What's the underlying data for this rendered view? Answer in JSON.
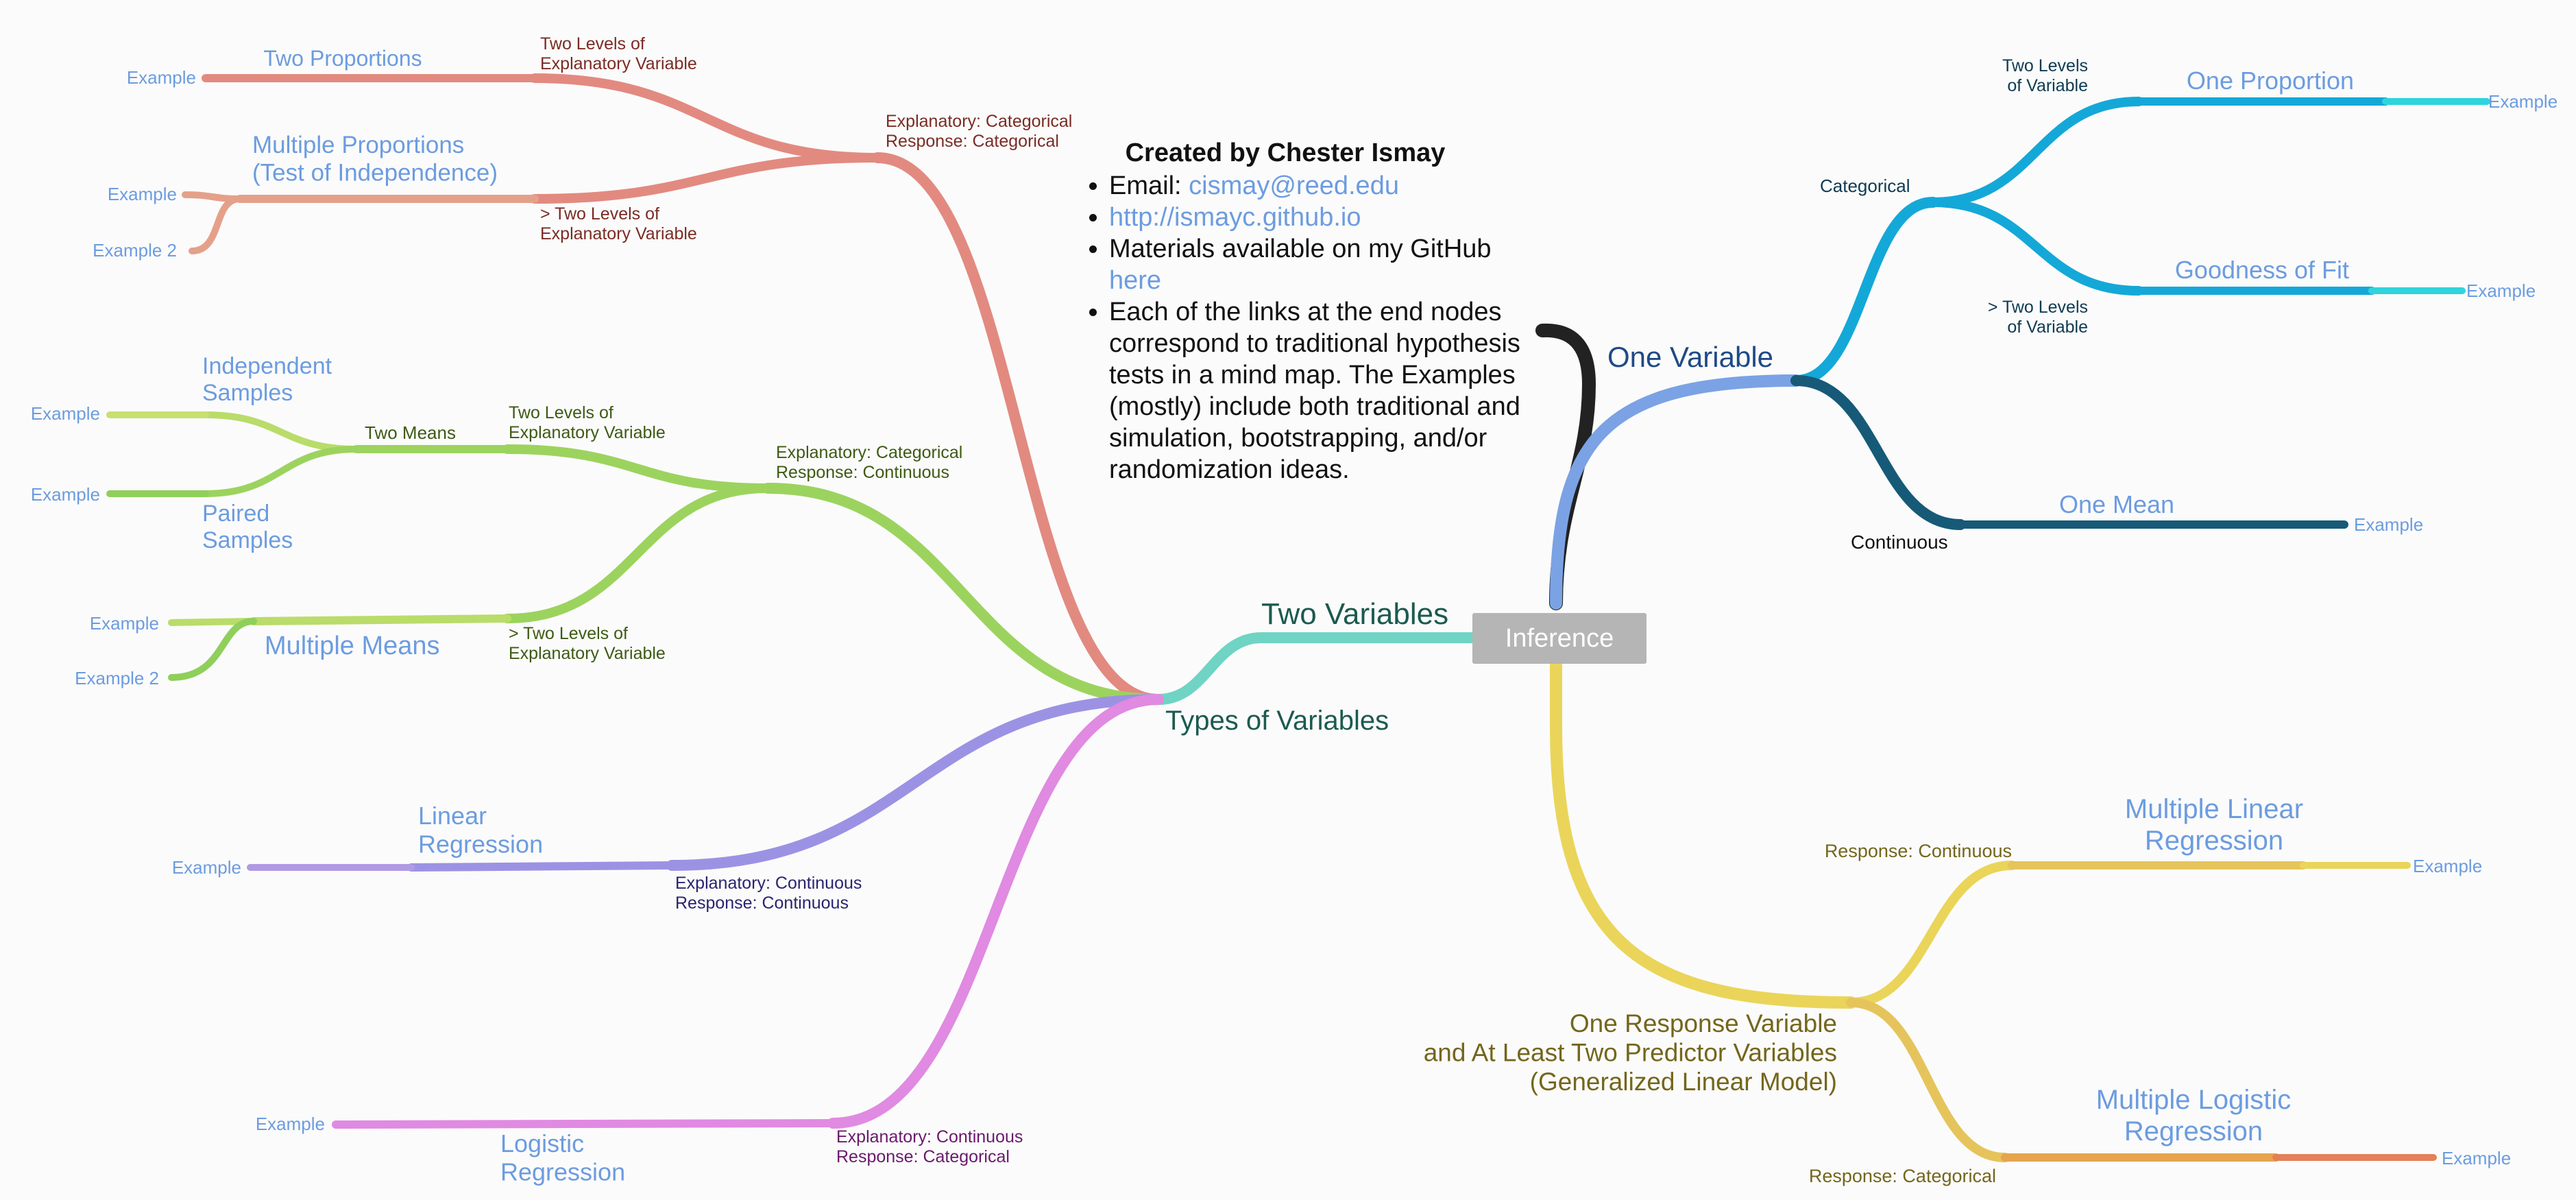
{
  "root": {
    "label": "Inference"
  },
  "info": {
    "credit": "Created by Chester Ismay",
    "email_prefix": "Email: ",
    "email": "cismay@reed.edu",
    "site": "http://ismayc.github.io",
    "materials_prefix": "Materials available on my GitHub ",
    "materials_link": "here",
    "note": "Each of the links at the end nodes correspond to traditional hypothesis tests in a mind map. The Examples (mostly) include both traditional and simulation, bootstrapping, and/or randomization ideas."
  },
  "colors": {
    "root_box": "#b5b5b5",
    "link_text": "#6c9ce0",
    "black_connector": "#222222",
    "one_variable": "#7ba2e4",
    "categorical": "#14a8d8",
    "continuous": "#165a78",
    "two_variables": "#6fd4c4",
    "cat_cat": "#e28a80",
    "cat_cont": "#9cd35e",
    "regression": "#9c92e4",
    "logistic": "#e08ae2",
    "glm": "#ead55a"
  },
  "nodes": {
    "one_variable": "One Variable",
    "categorical": "Categorical",
    "two_levels_var": "Two Levels\nof Variable",
    "gt_two_levels_var": "> Two Levels\nof Variable",
    "one_proportion": "One Proportion",
    "goodness_of_fit": "Goodness of Fit",
    "continuous": "Continuous",
    "one_mean": "One Mean",
    "two_variables": "Two Variables",
    "types_of_variables": "Types of Variables",
    "exp_cat_resp_cat": "Explanatory: Categorical\nResponse: Categorical",
    "two_levels_exp_a": "Two Levels of\nExplanatory Variable",
    "gt_two_levels_exp_a": "> Two Levels of\nExplanatory Variable",
    "two_proportions": "Two Proportions",
    "multiple_proportions": "Multiple Proportions\n(Test of Independence)",
    "exp_cat_resp_cont": "Explanatory: Categorical\nResponse: Continuous",
    "two_levels_exp_b": "Two Levels of\nExplanatory Variable",
    "gt_two_levels_exp_b": "> Two Levels of\nExplanatory Variable",
    "two_means": "Two Means",
    "independent_samples": "Independent\nSamples",
    "paired_samples": "Paired\nSamples",
    "multiple_means": "Multiple Means",
    "exp_cont_resp_cont": "Explanatory: Continuous\nResponse: Continuous",
    "linear_regression": "Linear\nRegression",
    "exp_cont_resp_cat": "Explanatory: Continuous\nResponse: Categorical",
    "logistic_regression": "Logistic\nRegression",
    "glm": "One Response Variable\nand At Least Two Predictor Variables\n(Generalized Linear Model)",
    "response_continuous": "Response: Continuous",
    "response_categorical": "Response: Categorical",
    "multiple_linear_regression": "Multiple Linear\nRegression",
    "multiple_logistic_regression": "Multiple Logistic\nRegression"
  },
  "examples": {
    "one_proportion": "Example",
    "goodness_of_fit": "Example",
    "one_mean": "Example",
    "two_proportions": "Example",
    "multiple_proportions_1": "Example",
    "multiple_proportions_2": "Example 2",
    "independent_samples": "Example",
    "paired_samples": "Example",
    "multiple_means_1": "Example",
    "multiple_means_2": "Example 2",
    "linear_regression": "Example",
    "logistic_regression": "Example",
    "multiple_linear_regression": "Example",
    "multiple_logistic_regression": "Example"
  }
}
